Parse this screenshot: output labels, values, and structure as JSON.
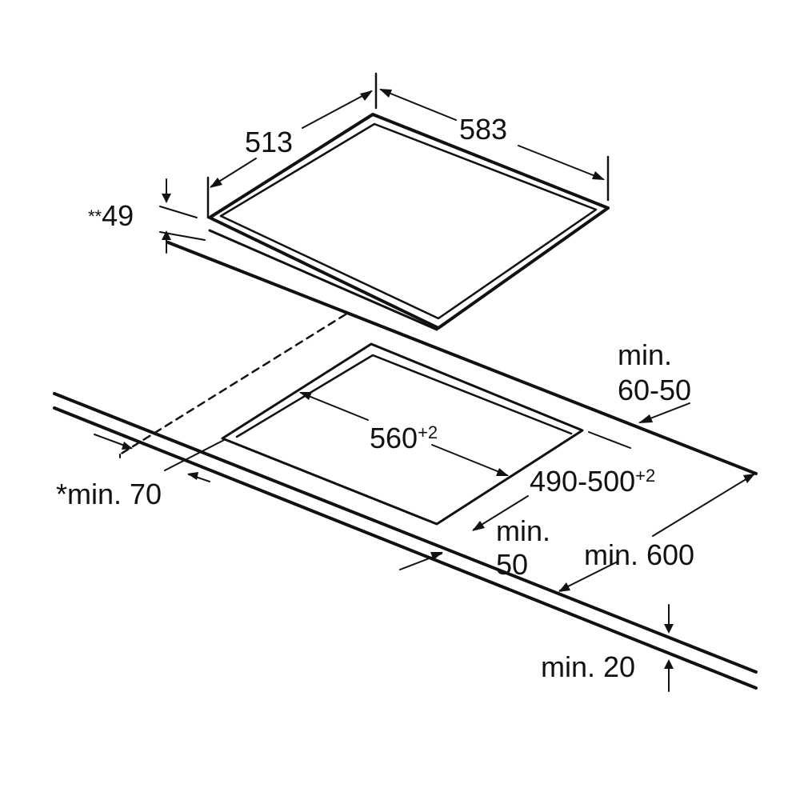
{
  "labels": {
    "width": "583",
    "depth": "513",
    "height_prefix": "**",
    "height": "49",
    "min_rear_line1": "min.",
    "min_rear_line2": "60-50",
    "cutout_width": "560",
    "cutout_width_tol": "+2",
    "cutout_depth": "490-500",
    "cutout_depth_tol": "+2",
    "min_side": "*min. 70",
    "min_front_line1": "min.",
    "min_front_line2": "50",
    "min_counter_depth": "min. 600",
    "min_thickness": "min. 20"
  },
  "colors": {
    "line": "#111111",
    "background": "#ffffff"
  }
}
